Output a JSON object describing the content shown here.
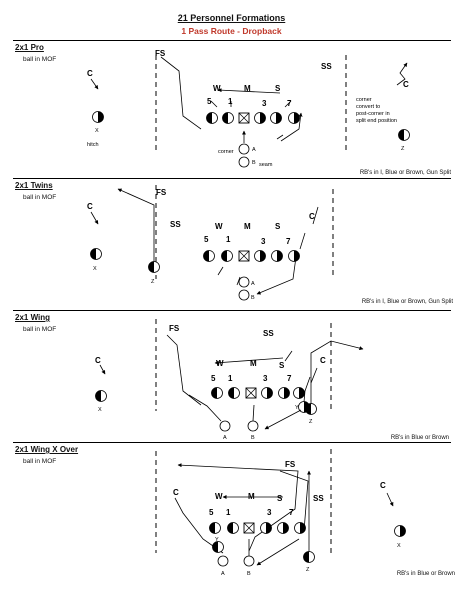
{
  "header": {
    "title": "21 Personnel Formations",
    "subtitle": "1 Pass Route - Dropback"
  },
  "panels": [
    {
      "title": "2x1 Pro",
      "subtitle": "ball in MOF",
      "note": "RB's in I, Blue or Brown, Gun Split",
      "players": {
        "fs": "FS",
        "ss": "SS",
        "w": "W",
        "m": "M",
        "s": "S",
        "c1": "C",
        "c2": "C",
        "x": "X",
        "z": "Z",
        "a": "A",
        "b": "B"
      },
      "linemen": {
        "n5": "5",
        "n1": "1",
        "n3": "3",
        "n7": "7"
      },
      "annotations": {
        "hitch": "hitch",
        "seam": "seam",
        "corner": "corner",
        "convert1": "corner",
        "convert2": "convert to",
        "convert3": "post-corner in",
        "convert4": "split end position"
      }
    },
    {
      "title": "2x1 Twins",
      "subtitle": "ball in MOF",
      "note": "RB's in I, Blue or Brown, Gun Split",
      "players": {
        "fs": "FS",
        "ss": "SS",
        "w": "W",
        "m": "M",
        "s": "S",
        "c1": "C",
        "c2": "C",
        "x": "X",
        "z": "Z",
        "a": "A",
        "b": "B"
      },
      "linemen": {
        "n5": "5",
        "n1": "1",
        "n3": "3",
        "n7": "7"
      }
    },
    {
      "title": "2x1 Wing",
      "subtitle": "ball in MOF",
      "note": "RB's in Blue or Brown",
      "players": {
        "fs": "FS",
        "ss": "SS",
        "w": "W",
        "m": "M",
        "s": "S",
        "c1": "C",
        "c2": "C",
        "x": "X",
        "y": "Y",
        "z": "Z",
        "a": "A",
        "b": "B"
      },
      "linemen": {
        "n5": "5",
        "n1": "1",
        "n3": "3",
        "n7": "7"
      }
    },
    {
      "title": "2x1 Wing X Over",
      "subtitle": "ball in MOF",
      "note": "RB's in Blue or Brown",
      "players": {
        "fs": "FS",
        "ss": "SS",
        "w": "W",
        "m": "M",
        "s": "S",
        "c1": "C",
        "c2": "C",
        "x": "X",
        "y": "Y",
        "z": "Z",
        "a": "A",
        "b": "B"
      },
      "linemen": {
        "n5": "5",
        "n1": "1",
        "n3": "3",
        "n7": "7"
      }
    }
  ]
}
